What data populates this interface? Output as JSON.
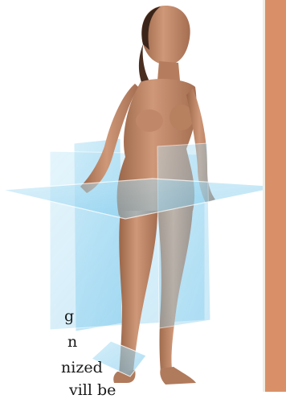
{
  "figure": {
    "subject": "3D female anatomical figure",
    "planes": [
      "transverse",
      "sagittal",
      "frontal",
      "oblique"
    ],
    "colors": {
      "skin": "#c89070",
      "plane": "#8fd0ef",
      "plane_edge": "#ffffff",
      "sidebar": "#d99068"
    }
  },
  "text_fragments": [
    "g",
    "n",
    "nized",
    "vill be"
  ]
}
